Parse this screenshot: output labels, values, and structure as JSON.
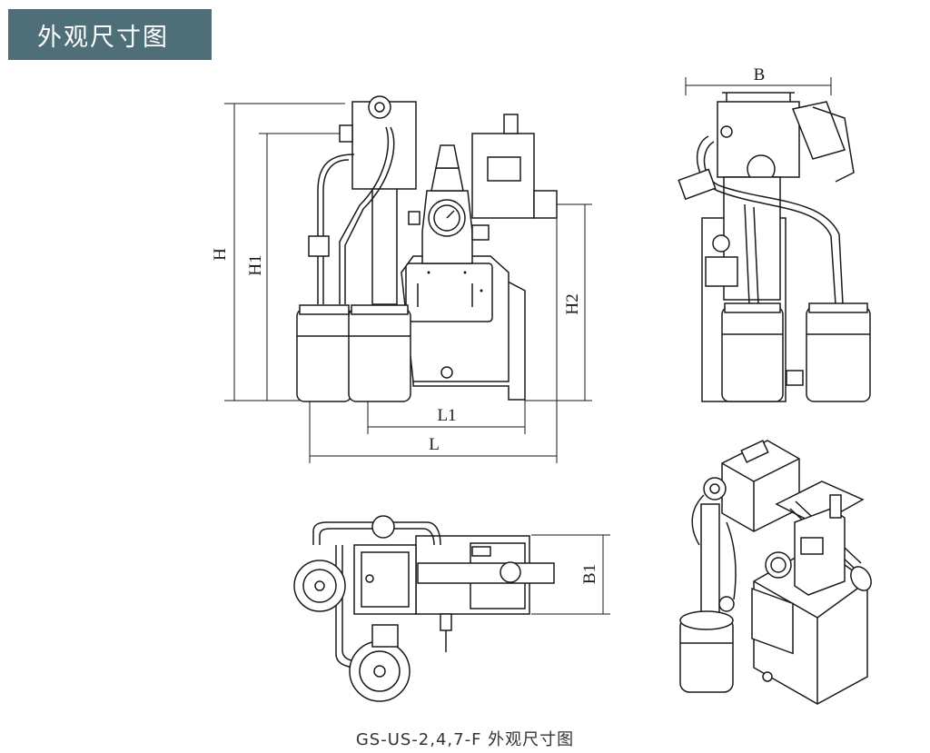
{
  "header": {
    "title": "外观尺寸图"
  },
  "dimensions": {
    "H": "H",
    "H1": "H1",
    "H2": "H2",
    "L": "L",
    "L1": "L1",
    "B": "B",
    "B1": "B1"
  },
  "caption": "GS-US-2,4,7-F 外观尺寸图",
  "colors": {
    "title_bg": "#4f6f78",
    "line": "#1a1a1a"
  }
}
